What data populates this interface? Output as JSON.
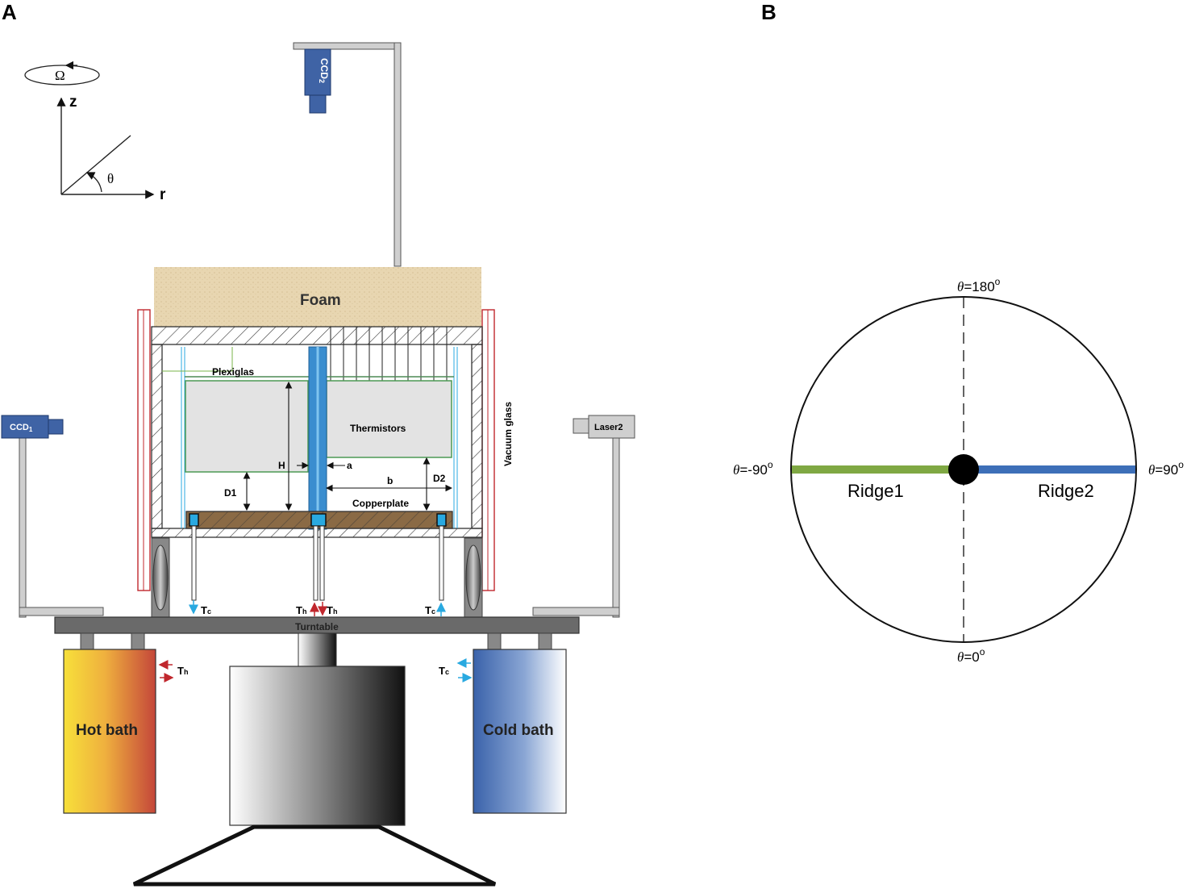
{
  "panel_a": {
    "label": "A",
    "axes": {
      "rotation_symbol": "Ω",
      "z_label": "z",
      "r_label": "r",
      "theta_label": "θ"
    },
    "cameras": {
      "ccd2": "CCD",
      "ccd2_sub": "2",
      "ccd1": "CCD",
      "ccd1_sub": "1",
      "laser2": "Laser2"
    },
    "labels": {
      "foam": "Foam",
      "plexiglas": "Plexiglas",
      "thermistors": "Thermistors",
      "vacuum_glass": "Vacuum glass",
      "copperplate": "Copperplate",
      "turntable": "Turntable",
      "hot_bath": "Hot bath",
      "cold_bath": "Cold bath"
    },
    "dimensions": {
      "H": "H",
      "a": "a",
      "b": "b",
      "D1": "D1",
      "D2": "D2"
    },
    "temperature": {
      "T": "T",
      "hot_sub": "h",
      "cold_sub": "c"
    },
    "colors": {
      "hot": "#c0272d",
      "cold": "#29a9e0",
      "foam": "#e6d3ae",
      "camera": "#3f63a5",
      "copper": "#8a6a45"
    }
  },
  "panel_b": {
    "label": "B",
    "angles": {
      "top": "=180",
      "bottom": "=0",
      "left": "=-90",
      "right": "=90",
      "symbol": "θ",
      "degree": "o"
    },
    "ridges": [
      {
        "name": "Ridge1",
        "color": "#7fa843"
      },
      {
        "name": "Ridge2",
        "color": "#3d6fb8"
      }
    ]
  }
}
